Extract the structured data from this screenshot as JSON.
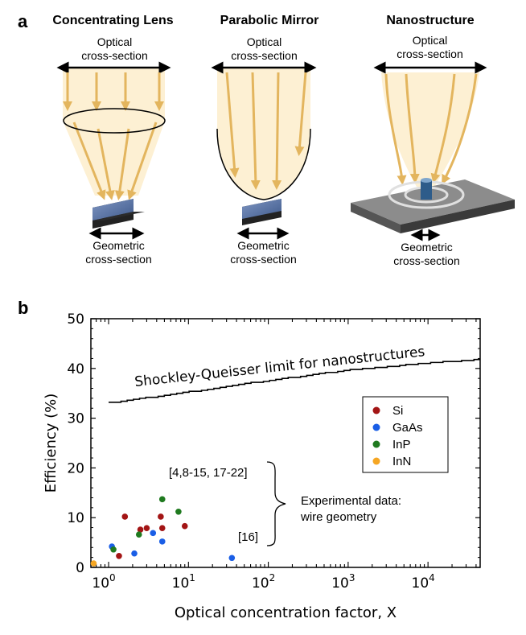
{
  "panel_a": {
    "letter": "a",
    "lens": {
      "title": "Concentrating Lens",
      "optical_line1": "Optical",
      "optical_line2": "cross-section",
      "geometric_line1": "Geometric",
      "geometric_line2": "cross-section"
    },
    "mirror": {
      "title": "Parabolic Mirror",
      "optical_line1": "Optical",
      "optical_line2": "cross-section",
      "geometric_line1": "Geometric",
      "geometric_line2": "cross-section"
    },
    "nano": {
      "title": "Nanostructure",
      "optical_line1": "Optical",
      "optical_line2": "cross-section",
      "geometric_line1": "Geometric",
      "geometric_line2": "cross-section"
    }
  },
  "panel_b": {
    "letter": "b",
    "chart_data": {
      "type": "scatter",
      "xlabel": "Optical concentration factor, X",
      "ylabel": "Efficiency (%)",
      "xscale": "log",
      "xlim": [
        0.6,
        45000
      ],
      "ylim": [
        0,
        50
      ],
      "xticks": [
        {
          "base": "10",
          "exp": "0"
        },
        {
          "base": "10",
          "exp": "1"
        },
        {
          "base": "10",
          "exp": "2"
        },
        {
          "base": "10",
          "exp": "3"
        },
        {
          "base": "10",
          "exp": "4"
        }
      ],
      "yticks": [
        0,
        10,
        20,
        30,
        40,
        50
      ],
      "legend_position": "right",
      "colors": {
        "Si": "#a31515",
        "GaAs": "#1a5ee6",
        "InP": "#1f7a1f",
        "InN": "#f5a623"
      },
      "series": [
        {
          "name": "Si",
          "points": [
            [
              1.35,
              2.3
            ],
            [
              1.6,
              10.2
            ],
            [
              2.5,
              7.6
            ],
            [
              3.0,
              7.9
            ],
            [
              4.5,
              10.2
            ],
            [
              4.7,
              7.9
            ],
            [
              9.0,
              8.3
            ]
          ]
        },
        {
          "name": "GaAs",
          "points": [
            [
              1.1,
              4.2
            ],
            [
              2.1,
              2.8
            ],
            [
              3.6,
              6.9
            ],
            [
              4.7,
              5.2
            ],
            [
              35,
              1.9
            ]
          ]
        },
        {
          "name": "InP",
          "points": [
            [
              1.15,
              3.6
            ],
            [
              2.4,
              6.6
            ],
            [
              4.7,
              13.7
            ],
            [
              7.5,
              11.2
            ]
          ]
        },
        {
          "name": "InN",
          "points": [
            [
              0.65,
              0.8
            ]
          ]
        }
      ],
      "curve": {
        "label": "Shockley-Queisser limit for nanostructures",
        "x": [
          1,
          10,
          100,
          1000,
          10000,
          45000
        ],
        "y": [
          33.1,
          35.3,
          37.6,
          39.7,
          41.1,
          41.8
        ]
      },
      "annotations": {
        "ref1": "[4,8-15, 17-22]",
        "ref2": "[16]",
        "exp1": "Experimental data:",
        "exp2": "wire geometry"
      }
    }
  }
}
